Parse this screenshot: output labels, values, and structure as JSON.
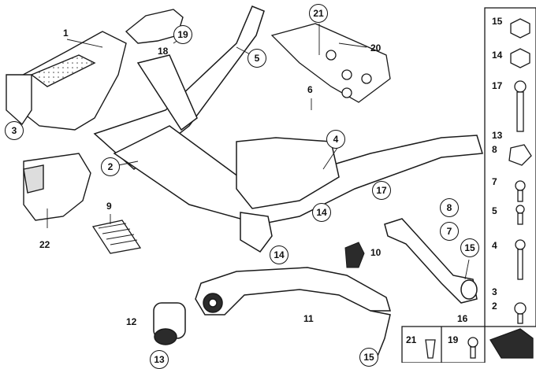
{
  "callouts": [
    {
      "n": "1"
    },
    {
      "n": "2"
    },
    {
      "n": "3"
    },
    {
      "n": "4"
    },
    {
      "n": "5"
    },
    {
      "n": "6"
    },
    {
      "n": "7"
    },
    {
      "n": "8"
    },
    {
      "n": "9"
    },
    {
      "n": "10"
    },
    {
      "n": "11"
    },
    {
      "n": "12"
    },
    {
      "n": "13"
    },
    {
      "n": "14"
    },
    {
      "n": "14"
    },
    {
      "n": "15"
    },
    {
      "n": "15"
    },
    {
      "n": "16"
    },
    {
      "n": "17"
    },
    {
      "n": "18"
    },
    {
      "n": "19"
    },
    {
      "n": "20"
    },
    {
      "n": "21"
    },
    {
      "n": "22"
    }
  ],
  "side_parts": [
    "15",
    "14",
    "17",
    "13",
    "8",
    "7",
    "5",
    "4",
    "3",
    "2"
  ],
  "bottom_parts": [
    "21",
    "19"
  ],
  "colors": {
    "line": "#1a1a1a",
    "fill": "#ffffff",
    "hatch": "#555555",
    "dark": "#2b2b2b"
  }
}
